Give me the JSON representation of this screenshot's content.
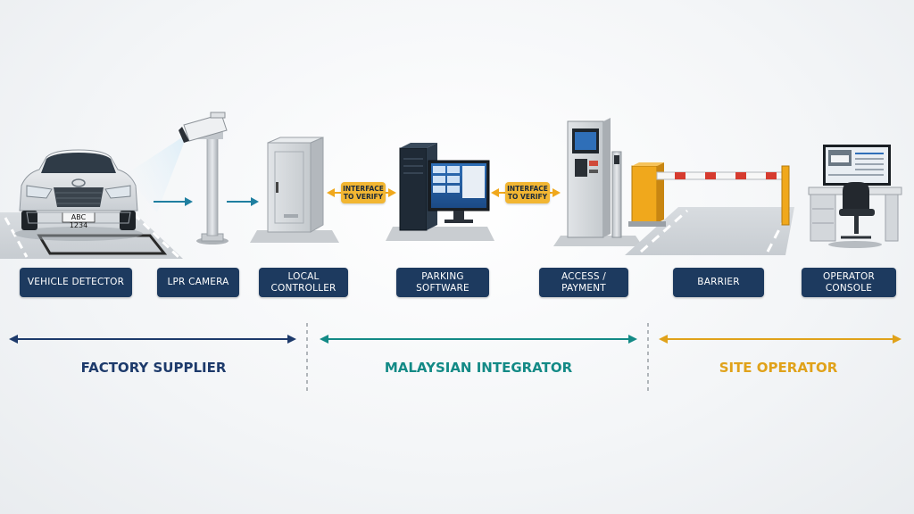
{
  "components": [
    {
      "key": "vehicle_detector",
      "label": "VEHICLE DETECTOR"
    },
    {
      "key": "lpr_camera",
      "label": "LPR CAMERA"
    },
    {
      "key": "local_controller",
      "label": "LOCAL\nCONTROLLER"
    },
    {
      "key": "parking_software",
      "label": "PARKING\nSOFTWARE"
    },
    {
      "key": "access_payment",
      "label": "ACCESS /\nPAYMENT"
    },
    {
      "key": "barrier",
      "label": "BARRIER"
    },
    {
      "key": "operator_console",
      "label": "OPERATOR\nCONSOLE"
    }
  ],
  "interfaces": [
    {
      "label": "INTERFACE\nTO VERIFY"
    },
    {
      "label": "INTERFACE\nTO VERIFY"
    }
  ],
  "plate": "ABC 1234",
  "sections": [
    {
      "label": "FACTORY SUPPLIER",
      "color": "#1d3a6b"
    },
    {
      "label": "MALAYSIAN INTEGRATOR",
      "color": "#138a86"
    },
    {
      "label": "SITE OPERATOR",
      "color": "#e0a21a"
    }
  ],
  "colors": {
    "label_bg": "#1d3a5f",
    "flow_arrow": "#1f7fa0",
    "interface_badge": "#f2b632",
    "barrier_yellow": "#f0a81c",
    "barrier_red": "#d63b2f"
  }
}
